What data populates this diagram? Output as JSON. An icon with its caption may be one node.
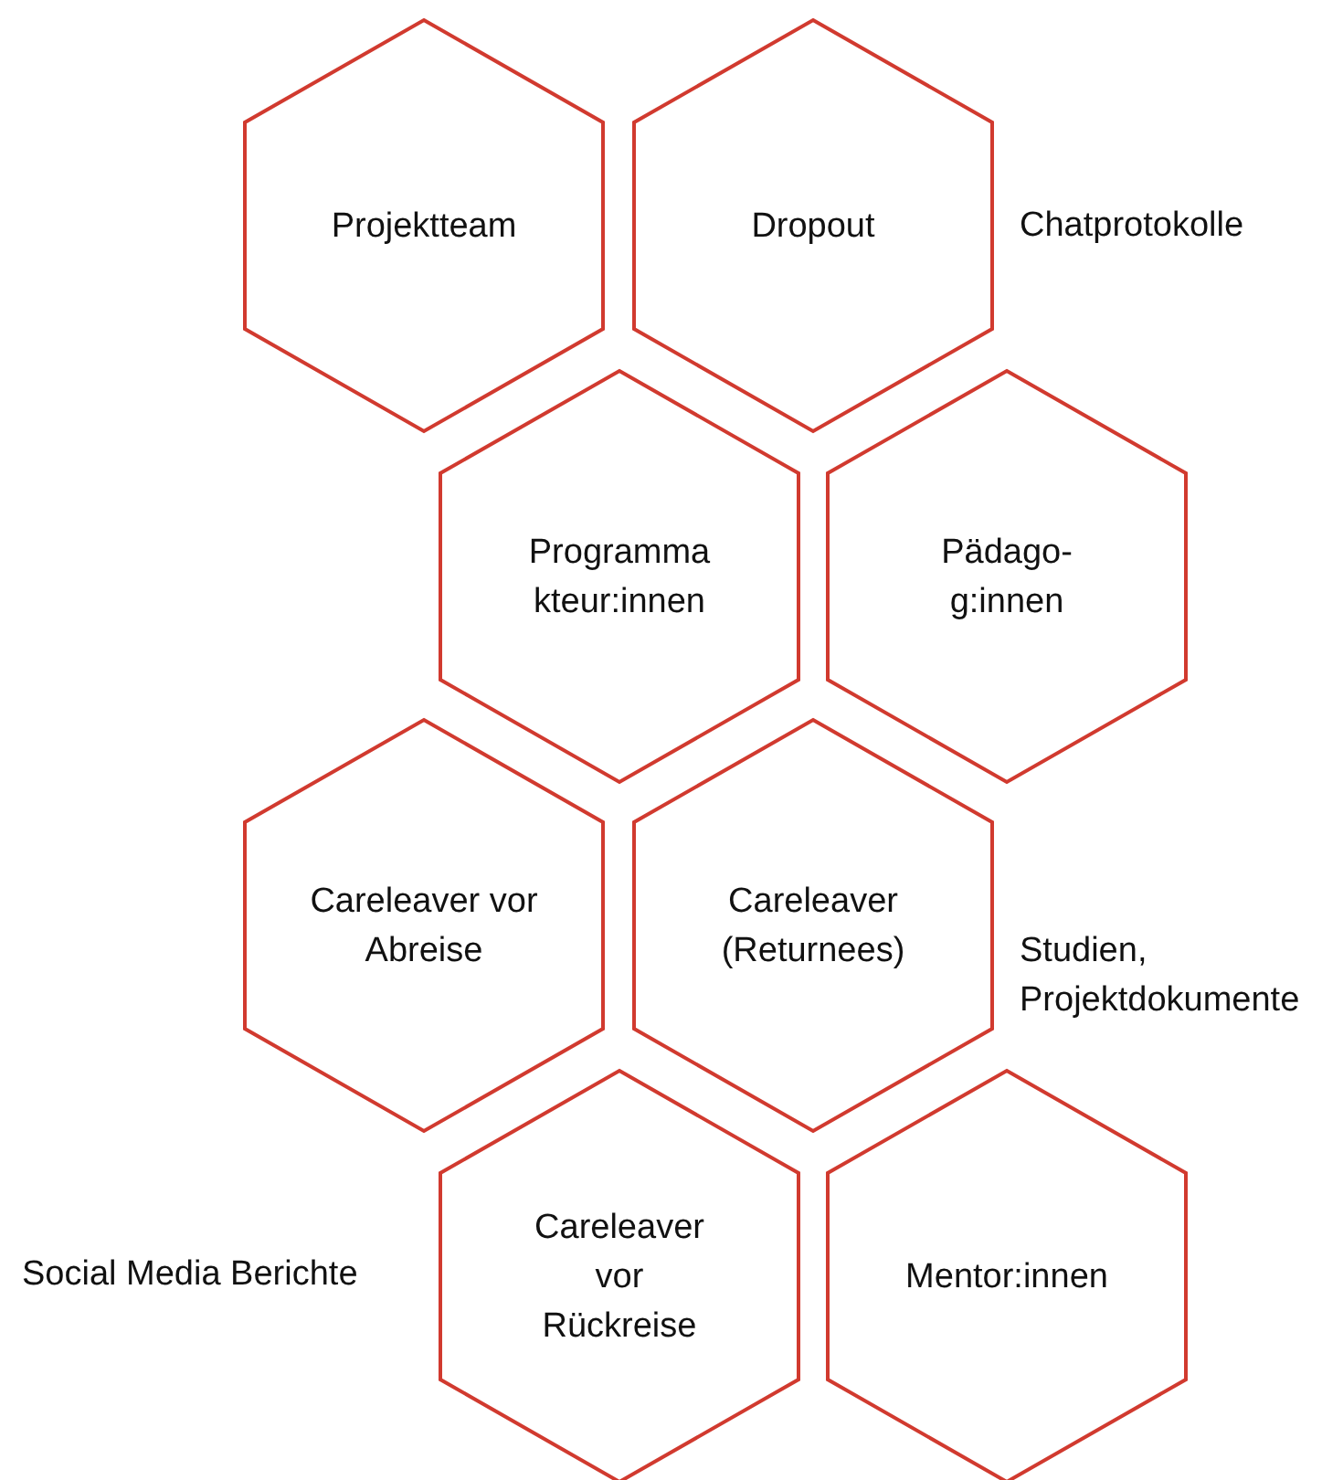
{
  "diagram": {
    "nodes": [
      {
        "text": [
          "Projektteam"
        ]
      },
      {
        "text": [
          "Dropout"
        ]
      },
      {
        "text": [
          "Programma kteur:innen"
        ]
      },
      {
        "text": [
          "Pädago- g:innen"
        ]
      },
      {
        "text": [
          "Careleaver vor Abreise"
        ]
      },
      {
        "text": [
          "Careleaver (Returnees)"
        ]
      },
      {
        "text": [
          "Careleaver vor Rückreise"
        ]
      },
      {
        "text": [
          "Mentor:innen"
        ]
      }
    ],
    "labels": [
      "Chatprotokolle",
      "Studien, Projektdokumente",
      "Social Media Berichte"
    ]
  }
}
